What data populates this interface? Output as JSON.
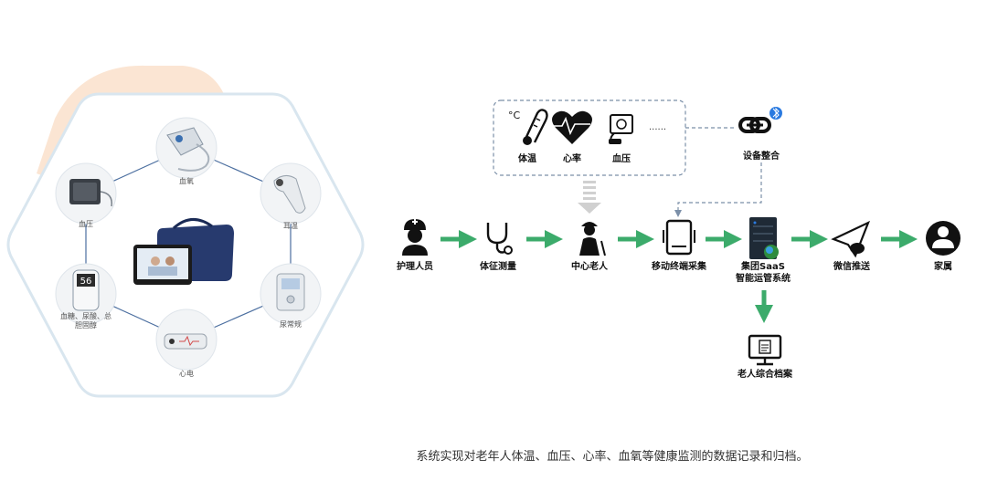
{
  "devices": {
    "items": [
      {
        "label": "血氧"
      },
      {
        "label": "耳温"
      },
      {
        "label": "尿常规"
      },
      {
        "label": "心电"
      },
      {
        "label": "血糖、尿酸、总胆固醇"
      },
      {
        "label": "血压"
      }
    ],
    "glucose_reading": "56"
  },
  "vitals": {
    "items": [
      {
        "label": "体温",
        "icon": "thermometer-icon"
      },
      {
        "label": "心率",
        "icon": "heart-rate-icon"
      },
      {
        "label": "血压",
        "icon": "blood-pressure-icon"
      }
    ],
    "ellipsis": "......"
  },
  "integration": {
    "label": "设备整合",
    "icon": "link-bluetooth-icon"
  },
  "flow": {
    "nodes": [
      {
        "label": "护理人员",
        "icon": "nurse-icon"
      },
      {
        "label": "体征测量",
        "icon": "stethoscope-icon"
      },
      {
        "label": "中心老人",
        "icon": "elderly-icon"
      },
      {
        "label": "移动终端采集",
        "icon": "mobile-terminal-icon"
      },
      {
        "label": "集团SaaS",
        "label2": "智能运管系统",
        "icon": "server-icon"
      },
      {
        "label": "微信推送",
        "icon": "wechat-send-icon"
      },
      {
        "label": "家属",
        "icon": "family-icon"
      }
    ]
  },
  "archive": {
    "label": "老人综合档案",
    "icon": "archive-monitor-icon"
  },
  "caption": "系统实现对老年人体温、血压、心率、血氧等健康监测的数据记录和归档。",
  "colors": {
    "arrow": "#3cab6b",
    "dashed": "#7b8fa8",
    "hex_border": "#d9e6ef",
    "peach": "#fbe5d3",
    "spokes": "#4c6fa0"
  }
}
